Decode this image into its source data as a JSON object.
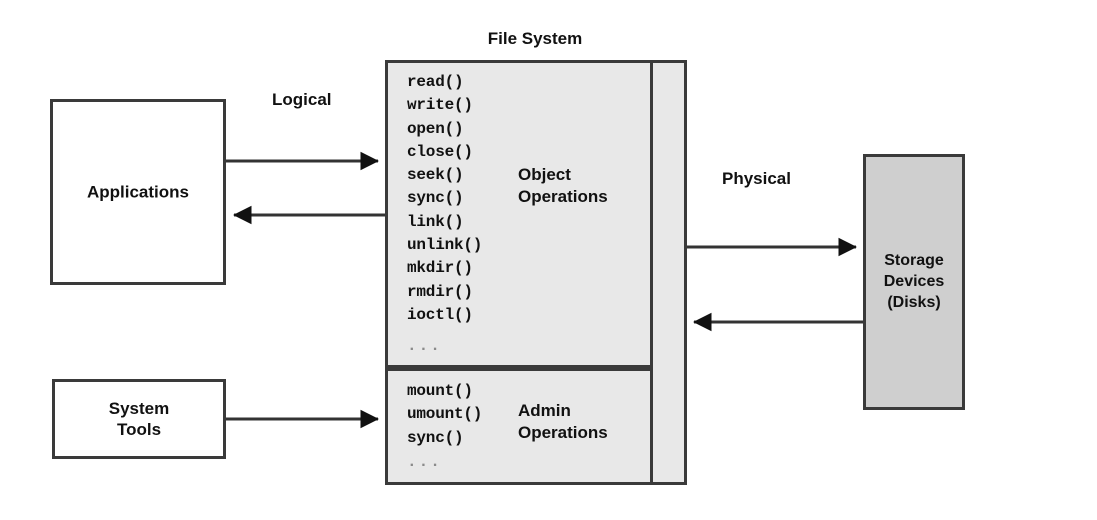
{
  "diagram": {
    "title": "File System",
    "background_color": "#ffffff",
    "stroke_color": "#3a3a3a",
    "panel_fill": "#e8e8e8",
    "storage_fill": "#cfcfcf"
  },
  "nodes": {
    "applications": {
      "label": "Applications"
    },
    "system_tools": {
      "label": "System\nTools"
    },
    "storage_devices": {
      "label": "Storage\nDevices\n(Disks)"
    },
    "filesystem": {
      "title": "File System",
      "object_operations": {
        "title": "Object\nOperations",
        "calls": "read()\nwrite()\nopen()\nclose()\nseek()\nsync()\nlink()\nunlink()\nmkdir()\nrmdir()\nioctl()",
        "ellipsis": "..."
      },
      "admin_operations": {
        "title": "Admin\nOperations",
        "calls": "mount()\numount()\nsync()",
        "ellipsis": "..."
      }
    }
  },
  "edge_labels": {
    "logical": "Logical",
    "physical": "Physical"
  },
  "edges": [
    {
      "name": "applications-to-filesystem",
      "from": "applications",
      "to": "filesystem",
      "direction": "right"
    },
    {
      "name": "filesystem-to-applications",
      "from": "filesystem",
      "to": "applications",
      "direction": "left"
    },
    {
      "name": "system-tools-to-filesystem",
      "from": "system_tools",
      "to": "filesystem",
      "direction": "right"
    },
    {
      "name": "filesystem-to-storage",
      "from": "filesystem",
      "to": "storage_devices",
      "direction": "right"
    },
    {
      "name": "storage-to-filesystem",
      "from": "storage_devices",
      "to": "filesystem",
      "direction": "left"
    }
  ]
}
